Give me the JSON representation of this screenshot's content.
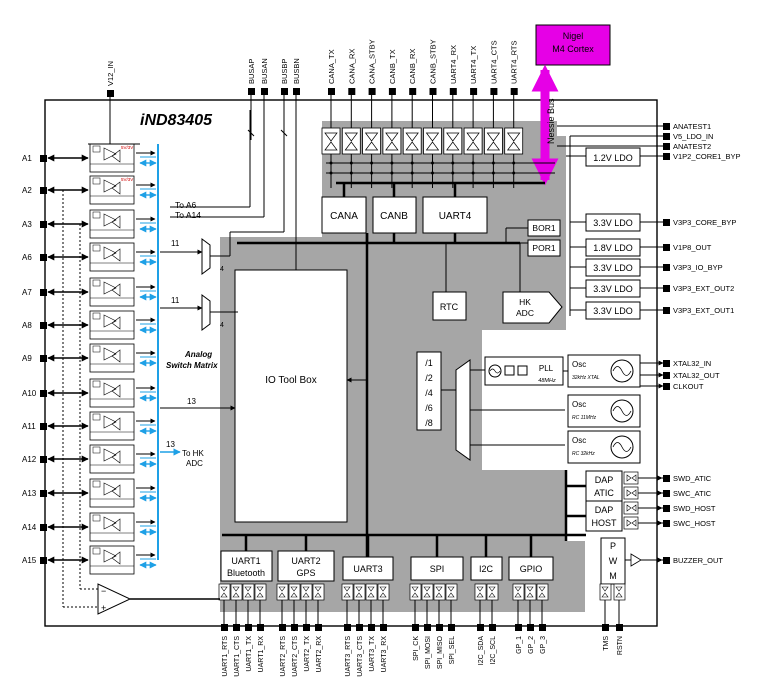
{
  "chip": {
    "name": "iND83405",
    "top_pins": {
      "v12": "V12_IN",
      "bus": [
        "BUSAP",
        "BUSAN",
        "BUSBP",
        "BUSBN"
      ],
      "can_uart": [
        "CANA_TX",
        "CANA_RX",
        "CANA_STBY",
        "CANB_TX",
        "CANB_RX",
        "CANB_STBY",
        "UART4_RX",
        "UART4_TX",
        "UART4_CTS",
        "UART4_RTS"
      ]
    },
    "left_pins": [
      "A1",
      "A2",
      "A3",
      "A6",
      "A7",
      "A8",
      "A9",
      "A10",
      "A11",
      "A12",
      "A13",
      "A14",
      "A15"
    ],
    "right_pins": [
      "ANATEST1",
      "V5_LDO_IN",
      "ANATEST2",
      "V1P2_CORE1_BYP",
      "V3P3_CORE_BYP",
      "V1P8_OUT",
      "V3P3_IO_BYP",
      "V3P3_EXT_OUT2",
      "V3P3_EXT_OUT1",
      "XTAL32_IN",
      "XTAL32_OUT",
      "CLKOUT",
      "SWD_ATIC",
      "SWC_ATIC",
      "SWD_HOST",
      "SWC_HOST",
      "BUZZER_OUT"
    ],
    "bottom_pins": [
      "UART1_RTS",
      "UART1_CTS",
      "UART1_TX",
      "UART1_RX",
      "UART2_RTS",
      "UART2_CTS",
      "UART2_TX",
      "UART2_RX",
      "UART3_RTS",
      "UART3_CTS",
      "UART3_TX",
      "UART3_RX",
      "SPI_CK",
      "SPI_MOSI",
      "SPI_MISO",
      "SPI_SEL",
      "I2C_SDA",
      "I2C_SCL",
      "GP_1",
      "GP_2",
      "GP_3",
      "TMS",
      "RSTN"
    ]
  },
  "external": {
    "cpu_line1": "Nigel",
    "cpu_line2": "M4 Cortex",
    "bus_label": "Nessie Bus"
  },
  "blocks": {
    "cana": "CANA",
    "canb": "CANB",
    "uart4": "UART4",
    "bor1": "BOR1",
    "por1": "POR1",
    "rtc": "RTC",
    "hk_line1": "HK",
    "hk_line2": "ADC",
    "io_toolbox": "IO Tool Box",
    "dividers": [
      "/1",
      "/2",
      "/4",
      "/6",
      "/8"
    ],
    "pll": "PLL",
    "pll_freq": "48MHz",
    "osc1_label": "Osc",
    "osc1_sub": "32kHz XTAL",
    "osc2_label": "Osc",
    "osc2_sub": "RC 11MHz",
    "osc3_label": "Osc",
    "osc3_sub": "RC 32kHz",
    "ldo_1v2": "1.2V LDO",
    "ldos": [
      "3.3V LDO",
      "1.8V LDO",
      "3.3V LDO",
      "3.3V LDO",
      "3.3V LDO"
    ],
    "dap1_line1": "DAP",
    "dap1_line2": "ATIC",
    "dap2_line1": "DAP",
    "dap2_line2": "HOST",
    "pwm": [
      "P",
      "W",
      "M"
    ],
    "uart1_line1": "UART1",
    "uart1_line2": "Bluetooth",
    "uart2_line1": "UART2",
    "uart2_line2": "GPS",
    "uart3": "UART3",
    "spi": "SPI",
    "i2c": "I2C",
    "gpio": "GPIO"
  },
  "analog": {
    "to_a6": "To A6",
    "to_a14": "To A14",
    "mux_count": "11",
    "mux_sel": "4",
    "switch_line1": "Analog",
    "switch_line2": "Switch Matrix",
    "bus_width": "13",
    "hk_count": "13",
    "to_hk_line1": "To HK",
    "to_hk_line2": "ADC",
    "gain_label": "5V/3V"
  },
  "colors": {
    "gray_region": "#a6a6a6",
    "magenta": "#e600e6",
    "cyan": "#1ea0e6",
    "line": "#000000"
  }
}
